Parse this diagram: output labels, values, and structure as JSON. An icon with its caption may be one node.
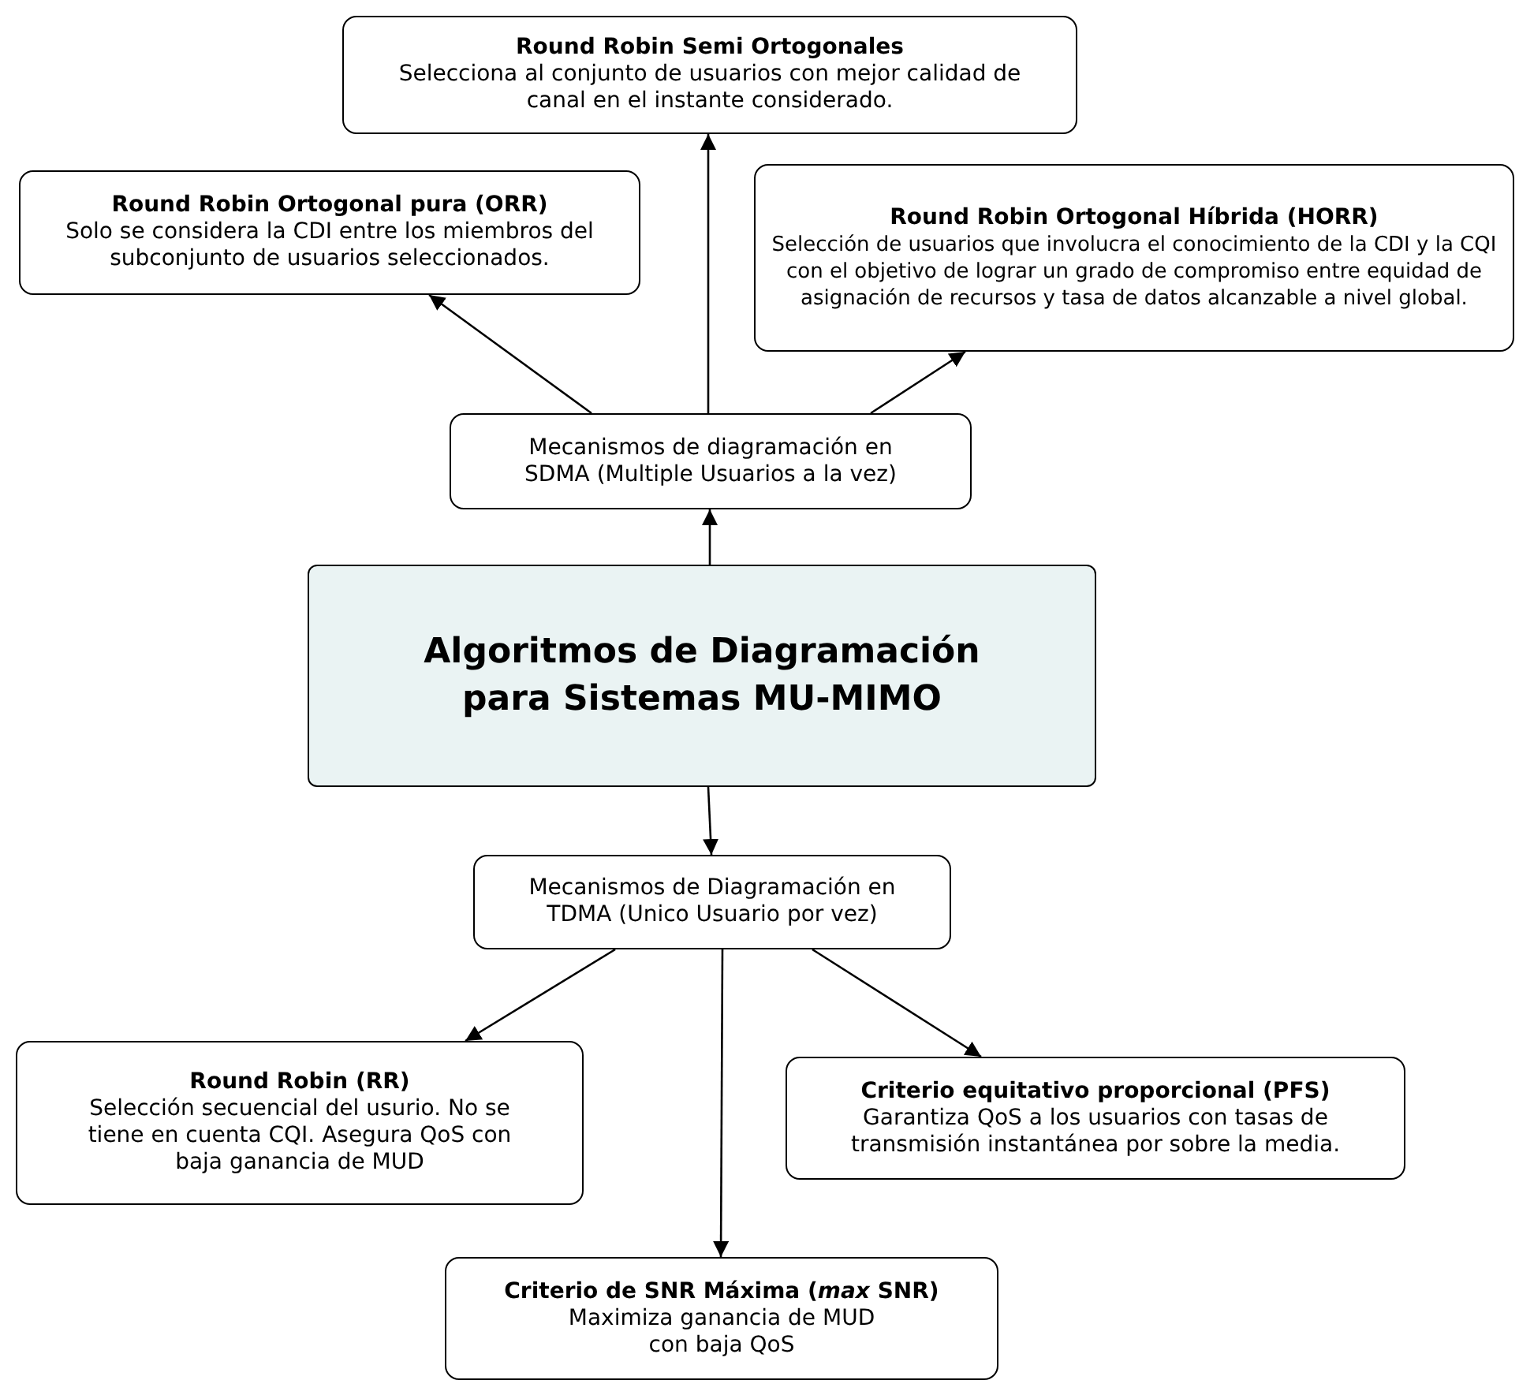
{
  "diagram": {
    "nodes": [
      {
        "text": [
          "Round Robin Semi Ortogonales",
          "Selecciona al conjunto de usuarios con mejor calidad de canal en el instante considerado."
        ]
      },
      {
        "text": [
          "Round Robin Ortogonal pura (ORR)",
          "Solo se considera la CDI entre los miembros del subconjunto de usuarios seleccionados."
        ]
      },
      {
        "text": [
          "Round Robin Ortogonal Híbrida (HORR)",
          "Selección de usuarios que involucra el conocimiento de la CDI y la CQI con el objetivo de lograr un grado de compromiso entre equidad de asignación de recursos y tasa de datos alcanzable a nivel global."
        ]
      },
      {
        "text": [
          "Mecanismos de diagramación en SDMA (Multiple Usuarios a la vez)"
        ]
      },
      {
        "text": [
          "Algoritmos de Diagramación para Sistemas MU-MIMO"
        ]
      },
      {
        "text": [
          "Mecanismos de Diagramación en TDMA (Unico Usuario por vez)"
        ]
      },
      {
        "text": [
          "Round Robin (RR)",
          "Selección secuencial del usurio. No se tiene en cuenta CQI. Asegura QoS con baja ganancia de MUD"
        ]
      },
      {
        "text": [
          "Criterio equitativo proporcional (PFS)",
          "Garantiza QoS a los usuarios con tasas de transmisión instantánea por sobre la media."
        ]
      },
      {
        "text": [
          "Criterio de SNR Máxima (*max* SNR)",
          "Maximiza ganancia de MUD con baja QoS"
        ]
      }
    ],
    "edges": [
      {
        "from": 4,
        "to": 3,
        "arrow": "to"
      },
      {
        "from": 3,
        "to": 0,
        "arrow": "to"
      },
      {
        "from": 3,
        "to": 1,
        "arrow": "to"
      },
      {
        "from": 3,
        "to": 2,
        "arrow": "to"
      },
      {
        "from": 4,
        "to": 5,
        "arrow": "to"
      },
      {
        "from": 5,
        "to": 6,
        "arrow": "to"
      },
      {
        "from": 5,
        "to": 8,
        "arrow": "to"
      },
      {
        "from": 5,
        "to": 7,
        "arrow": "to"
      }
    ]
  }
}
